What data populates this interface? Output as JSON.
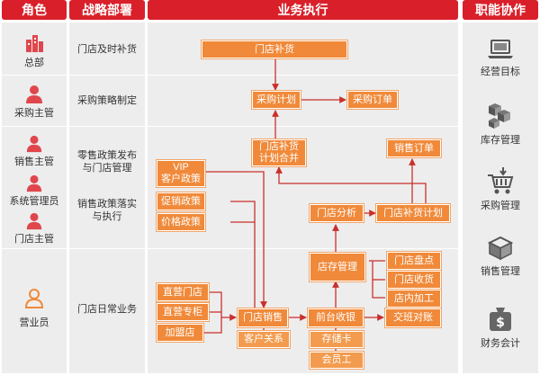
{
  "headers": {
    "role": "角色",
    "strategy": "战略部署",
    "execution": "业务执行",
    "functions": "职能协作"
  },
  "roles": [
    {
      "label": "总部",
      "icon": "building-icon"
    },
    {
      "label": "采购主管",
      "icon": "person-icon"
    },
    {
      "label": "销售主管",
      "icon": "person-icon"
    },
    {
      "label": "系统管理员",
      "icon": "person-icon"
    },
    {
      "label": "门店主管",
      "icon": "person-icon"
    },
    {
      "label": "营业员",
      "icon": "person-outline-icon"
    }
  ],
  "strategies": [
    "门店及时补货",
    "采购策略制定",
    "零售政策发布\n与门店管理",
    "销售政策落实\n与执行",
    "门店日常业务"
  ],
  "boxes": {
    "store_replenish": "门店补货",
    "purchase_plan": "采购计划",
    "purchase_order": "采购订单",
    "replenish_merge": "门店补货\n计划合并",
    "sales_order": "销售订单",
    "vip_policy": "VIP\n客户政策",
    "promo_policy": "促销政策",
    "price_policy": "价格政策",
    "store_analysis": "门店分析",
    "replenish_plan": "门店补货计划",
    "store_inventory_mgmt": "店存管理",
    "store_stocktake": "门店盘点",
    "store_receiving": "门店收货",
    "store_processing": "店内加工",
    "direct_store": "直营门店",
    "direct_counter": "直营专柜",
    "franchise_store": "加盟店",
    "store_sales": "门店销售",
    "customer_relations": "客户关系",
    "front_cashier": "前台收银",
    "shift_reconcile": "交班对账",
    "stored_value_card": "存储卡",
    "staff": "会员工"
  },
  "functions": [
    {
      "label": "经营目标",
      "icon": "laptop-icon"
    },
    {
      "label": "库存管理",
      "icon": "boxes-icon"
    },
    {
      "label": "采购管理",
      "icon": "cart-icon"
    },
    {
      "label": "销售管理",
      "icon": "package-icon"
    },
    {
      "label": "财务会计",
      "icon": "money-bag-icon"
    }
  ],
  "colors": {
    "header_red": "#d9202a",
    "box_orange": "#f08a3a",
    "line_red": "#c9302c",
    "panel_gray": "#ededed"
  }
}
